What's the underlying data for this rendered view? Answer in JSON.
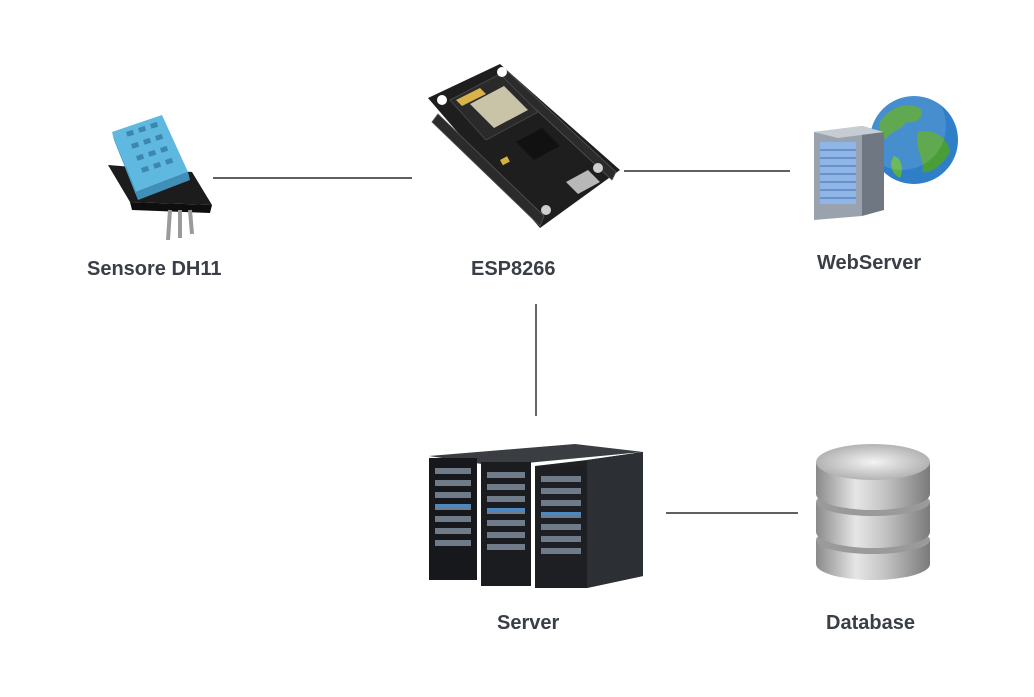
{
  "nodes": {
    "sensor": {
      "label": "Sensore DH11",
      "icon": "dht11-sensor-icon"
    },
    "esp": {
      "label": "ESP8266",
      "icon": "esp8266-board-icon"
    },
    "webserver": {
      "label": "WebServer",
      "icon": "webserver-globe-icon"
    },
    "server": {
      "label": "Server",
      "icon": "server-rack-icon"
    },
    "database": {
      "label": "Database",
      "icon": "database-cylinder-icon"
    }
  },
  "connections": [
    {
      "from": "Sensore DH11",
      "to": "ESP8266"
    },
    {
      "from": "ESP8266",
      "to": "WebServer"
    },
    {
      "from": "ESP8266",
      "to": "Server"
    },
    {
      "from": "Server",
      "to": "Database"
    }
  ],
  "colors": {
    "label": "#3a3f47",
    "line": "#000000",
    "sensor_blue": "#5fb8e0",
    "board_black": "#1e1e1e",
    "globe_green": "#4a9e3a",
    "globe_blue": "#2e7fc8",
    "db_silver": "#c8c8c8"
  }
}
